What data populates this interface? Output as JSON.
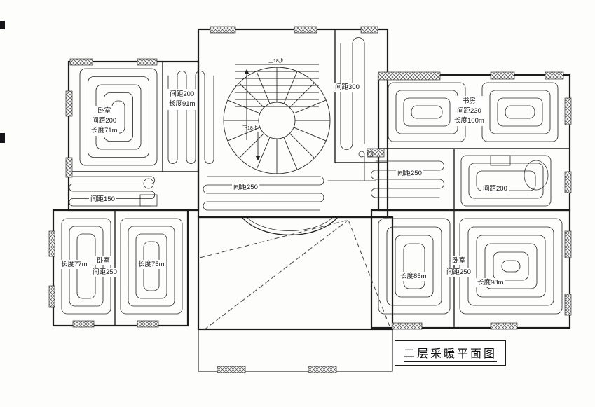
{
  "title": {
    "text": "二层采暖平面图"
  },
  "stair": {
    "up_label": "上18步",
    "down_label": "下18步"
  },
  "rooms": {
    "bedroom_top_left": {
      "name": "卧室",
      "spacing": "间距200",
      "length": "长度71m"
    },
    "hall_top": {
      "spacing": "间距200",
      "length": "长度91m"
    },
    "corridor_right_top": {
      "spacing": "间距300"
    },
    "study": {
      "name": "书房",
      "spacing": "间距230",
      "length": "长度100m"
    },
    "corridor_center": {
      "spacing": "间距250"
    },
    "corridor_right": {
      "spacing": "间距250"
    },
    "room_right_mid": {
      "spacing": "间距200"
    },
    "bath_left": {
      "spacing": "间距150"
    },
    "bedroom_bottom_left": {
      "name": "卧室",
      "spacing": "间距250",
      "length_left": "长度77m",
      "length_right": "长度75m"
    },
    "bedroom_bottom_right": {
      "name": "卧室",
      "spacing": "间距250",
      "length_left": "长度85m",
      "length_right": "长度98m"
    }
  },
  "colors": {
    "line": "#1c1c1c",
    "coil": "#2a2a2a",
    "dash": "#444444"
  }
}
